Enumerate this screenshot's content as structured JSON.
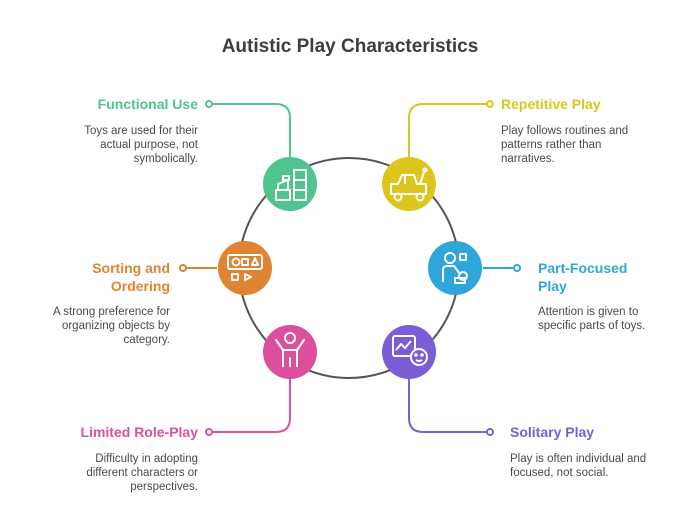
{
  "title": "Autistic Play Characteristics",
  "items": [
    {
      "label": "Functional Use",
      "description": "Toys are used for their actual purpose, not symbolically.",
      "color": "#4fc48d",
      "icon": "blocks-icon"
    },
    {
      "label": "Repetitive Play",
      "description": "Play follows routines and patterns rather than narratives.",
      "color": "#dcc51c",
      "icon": "toy-truck-icon"
    },
    {
      "label": "Part-Focused Play",
      "description": "Attention is given to specific parts of toys.",
      "color": "#2fa6d9",
      "icon": "child-shapes-icon"
    },
    {
      "label": "Solitary Play",
      "description": "Play is often individual and focused, not social.",
      "color": "#7b5ed6",
      "icon": "face-picture-icon"
    },
    {
      "label": "Limited Role-Play",
      "description": "Difficulty in adopting different characters or perspectives.",
      "color": "#db4f9d",
      "icon": "person-icon"
    },
    {
      "label": "Sorting and Ordering",
      "description": "A strong preference for organizing objects by category.",
      "color": "#de8432",
      "icon": "sorted-shapes-icon"
    }
  ]
}
